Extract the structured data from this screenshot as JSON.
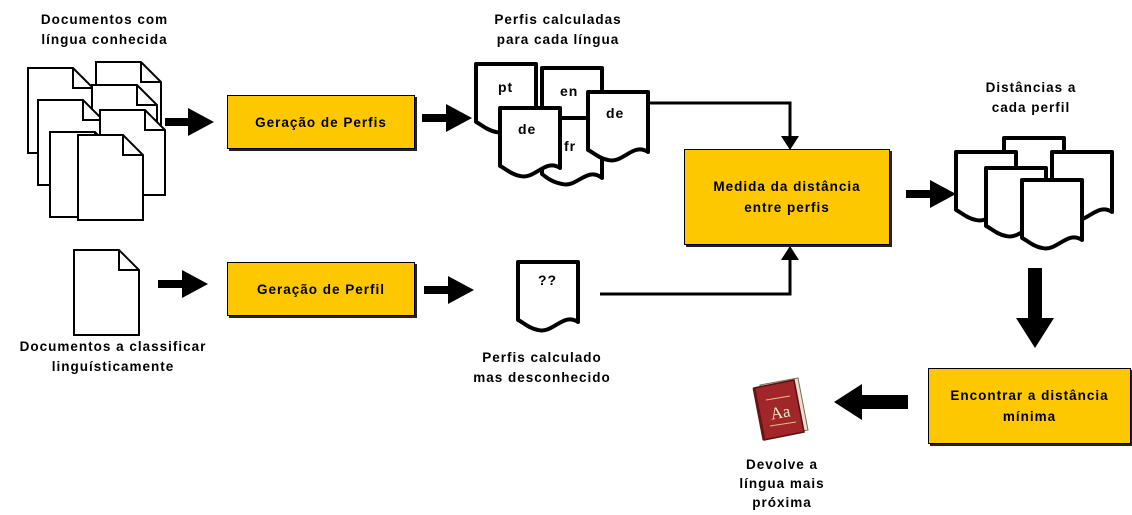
{
  "labels": {
    "known_docs_line1": "Documentos com",
    "known_docs_line2": "língua conhecida",
    "profiles_line1": "Perfis calculadas",
    "profiles_line2": "para cada língua",
    "distances_line1": "Distâncias a",
    "distances_line2": "cada perfil",
    "classify_line1": "Documentos a classificar",
    "classify_line2": "linguísticamente",
    "unknown_line1": "Perfis calculado",
    "unknown_line2": "mas desconhecido",
    "result_line1": "Devolve a",
    "result_line2": "língua mais",
    "result_line3": "próxima"
  },
  "boxes": {
    "profiles_generation": "Geração de Perfis",
    "profile_generation": "Geração de Perfil",
    "distance_line1": "Medida da distância",
    "distance_line2": "entre perfis",
    "min_line1": "Encontrar a distância",
    "min_line2": "mínima"
  },
  "profile_docs": [
    "pt",
    "en",
    "de",
    "fr",
    "de"
  ],
  "unknown_doc": "??",
  "dictionary_icon_text": "Aa",
  "colors": {
    "box_fill": "#fdc800",
    "book_red": "#a0262a"
  }
}
